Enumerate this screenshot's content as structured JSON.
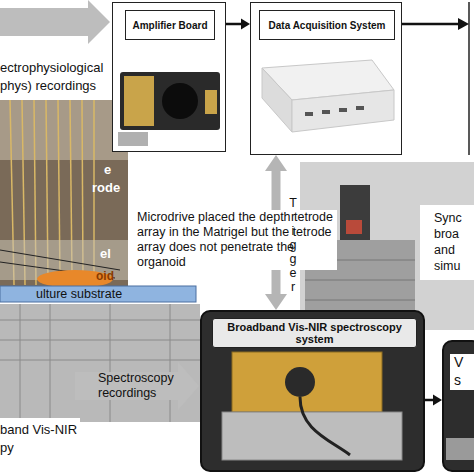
{
  "diagram": {
    "nodes": [
      {
        "text": [
          "Amplifier Board"
        ]
      },
      {
        "text": [
          "Data Acquisition System"
        ]
      },
      {
        "text": [
          "Broadband Vis-NIR spectroscopy system"
        ]
      },
      {
        "text": [
          "V",
          "s"
        ]
      }
    ],
    "edges": [
      {
        "from": 0,
        "to": 1,
        "arrow": "to"
      },
      {
        "from": 1,
        "to": 2,
        "label": "Trigger",
        "arrow": "both"
      },
      {
        "from": 2,
        "to": 3,
        "arrow": "to"
      }
    ],
    "labels": [
      "ectrophysiological",
      "phys) recordings",
      "e",
      "rode",
      "el",
      "oid",
      "ulture substrate",
      "Microdrive placed the depth tetrode array in the Matrigel but the tetrode array does not penetrate the organoid",
      "Spectroscopy recordings",
      "band Vis-NIR",
      "py",
      "Sync",
      "broa",
      "and",
      "simu"
    ]
  }
}
